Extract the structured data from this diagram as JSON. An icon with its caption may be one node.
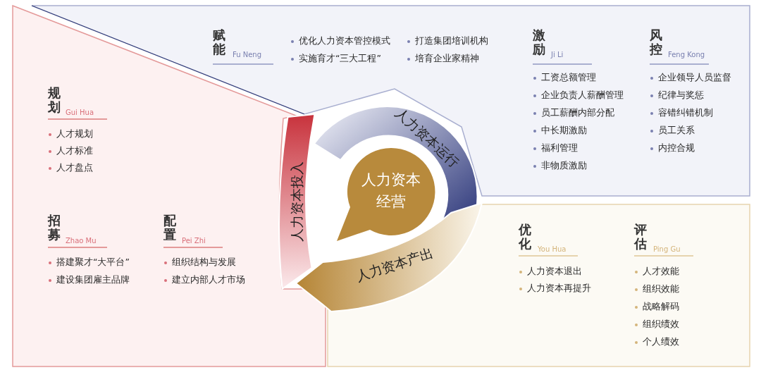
{
  "diagram": {
    "nodes": [
      {
        "text": [
          "规划",
          "Gui Hua",
          "人才规划",
          "人才标准",
          "人才盘点",
          "招募",
          "Zhao Mu",
          "搭建聚才“大平台”",
          "建设集团雇主品牌",
          "配置",
          "Pei Zhi",
          "组织结构与发展",
          "建立内部人才市场"
        ]
      },
      {
        "text": [
          "赋能",
          "Fu Neng",
          "优化人力资本管控模式",
          "实施育才“三大工程”",
          "打造集团培训机构",
          "培育企业家精神",
          "激励",
          "Ji Li",
          "工资总额管理",
          "企业负责人薪酬管理",
          "员工薪酬内部分配",
          "中长期激励",
          "福利管理",
          "非物质激励",
          "风控",
          "Feng Kong",
          "企业领导人员监督",
          "纪律与奖惩",
          "容错纠错机制",
          "员工关系",
          "内控合规"
        ]
      },
      {
        "text": [
          "优化",
          "You Hua",
          "人力资本退出",
          "人力资本再提升",
          "评估",
          "Ping Gu",
          "人才效能",
          "组织效能",
          "战略解码",
          "组织绩效",
          "个人绩效"
        ]
      },
      {
        "text": [
          "人力资本经营"
        ]
      },
      {
        "text": [
          "人力资本投入"
        ]
      },
      {
        "text": [
          "人力资本运行"
        ]
      },
      {
        "text": [
          "人力资本产出"
        ]
      }
    ]
  }
}
